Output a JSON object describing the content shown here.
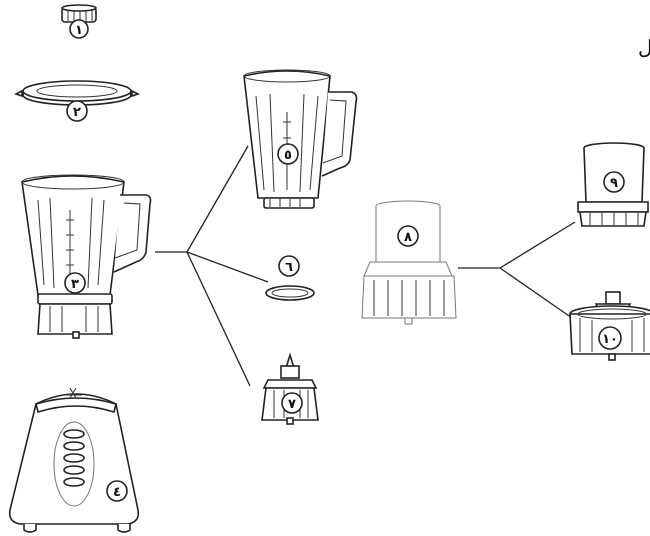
{
  "corner_mark": "ل",
  "parts": [
    {
      "id": "lid-cap",
      "number": "١"
    },
    {
      "id": "lid",
      "number": "٢"
    },
    {
      "id": "jar-large",
      "number": "٣"
    },
    {
      "id": "motor-base",
      "number": "٤"
    },
    {
      "id": "jar-medium",
      "number": "٥"
    },
    {
      "id": "seal-ring",
      "number": "٦"
    },
    {
      "id": "blade-assembly",
      "number": "٧"
    },
    {
      "id": "grinder-cup",
      "number": "٨"
    },
    {
      "id": "grinder-top",
      "number": "٩"
    },
    {
      "id": "grinder-base",
      "number": "١٠"
    }
  ]
}
